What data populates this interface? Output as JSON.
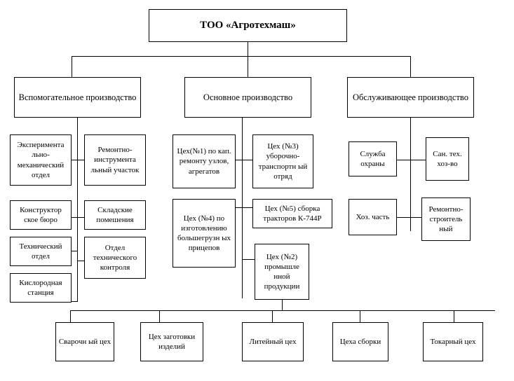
{
  "diagram": {
    "title": "ТОО «Агротехмаш»",
    "type": "organizational-chart",
    "root": {
      "id": "root",
      "label": "ТОО «Агротехмаш»"
    },
    "divisions": [
      {
        "id": "auxiliary",
        "label": "Вспомогательное производство",
        "units": [
          {
            "id": "aux-1",
            "label": "Эксперимента льно-механический отдел"
          },
          {
            "id": "aux-2",
            "label": "Ремонтно-инструмента льный участок"
          },
          {
            "id": "aux-3",
            "label": "Конструктор ское бюро"
          },
          {
            "id": "aux-4",
            "label": "Складские помешения"
          },
          {
            "id": "aux-5",
            "label": "Технический отдел"
          },
          {
            "id": "aux-6",
            "label": "Отдел технического контроля"
          },
          {
            "id": "aux-7",
            "label": "Кислородная станция"
          }
        ]
      },
      {
        "id": "main",
        "label": "Основное производство",
        "units": [
          {
            "id": "main-1",
            "label": "Цех(№1) по кап. ремонту узлов, агрегатов"
          },
          {
            "id": "main-2",
            "label": "Цех (№3) уборочно-транспортн ый отряд"
          },
          {
            "id": "main-3",
            "label": "Цех (№4) по изготовлению большегрузн ых прицепов"
          },
          {
            "id": "main-4",
            "label": "Цех (№5) сборка тракторов К-744Р"
          },
          {
            "id": "main-5",
            "label": "Цех  (№2) промышле нной продукции"
          }
        ]
      },
      {
        "id": "service",
        "label": "Обслуживающее производство",
        "units": [
          {
            "id": "svc-1",
            "label": "Служба охраны"
          },
          {
            "id": "svc-2",
            "label": "Сан. тех. хоз-во"
          },
          {
            "id": "svc-3",
            "label": "Хоз. часть"
          },
          {
            "id": "svc-4",
            "label": "Ремонтно-строитель ный"
          }
        ]
      }
    ],
    "shops": [
      {
        "id": "shop-1",
        "label": "Сварочн ый цех"
      },
      {
        "id": "shop-2",
        "label": "Цех заготовки изделий"
      },
      {
        "id": "shop-3",
        "label": "Литейный цех"
      },
      {
        "id": "shop-4",
        "label": "Цеха сборки"
      },
      {
        "id": "shop-5",
        "label": "Токарный цех"
      }
    ],
    "colors": {
      "background": "#ffffff",
      "stroke": "#000000",
      "text": "#000000"
    }
  }
}
